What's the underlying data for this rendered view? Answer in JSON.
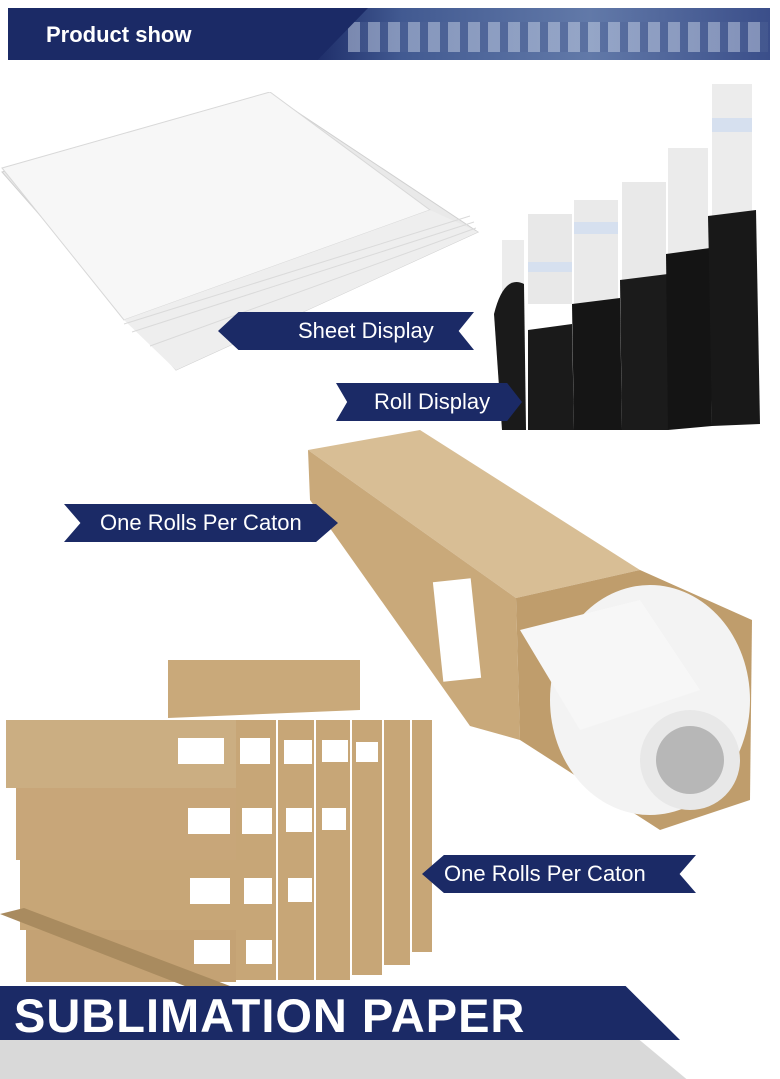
{
  "header": {
    "title": "Product show"
  },
  "labels": {
    "sheet_display": "Sheet Display",
    "roll_display": "Roll Display",
    "one_roll_top": "One Rolls Per Caton",
    "one_roll_bottom": "One Rolls Per Caton"
  },
  "banner": {
    "title": "SUBLIMATION PAPER"
  },
  "colors": {
    "brand_navy": "#1b2a66",
    "footer_gray": "#d9d9d9",
    "carton": "#c9a97a",
    "paper_white": "#f3f3f3",
    "bag_black": "#1a1a1a"
  }
}
